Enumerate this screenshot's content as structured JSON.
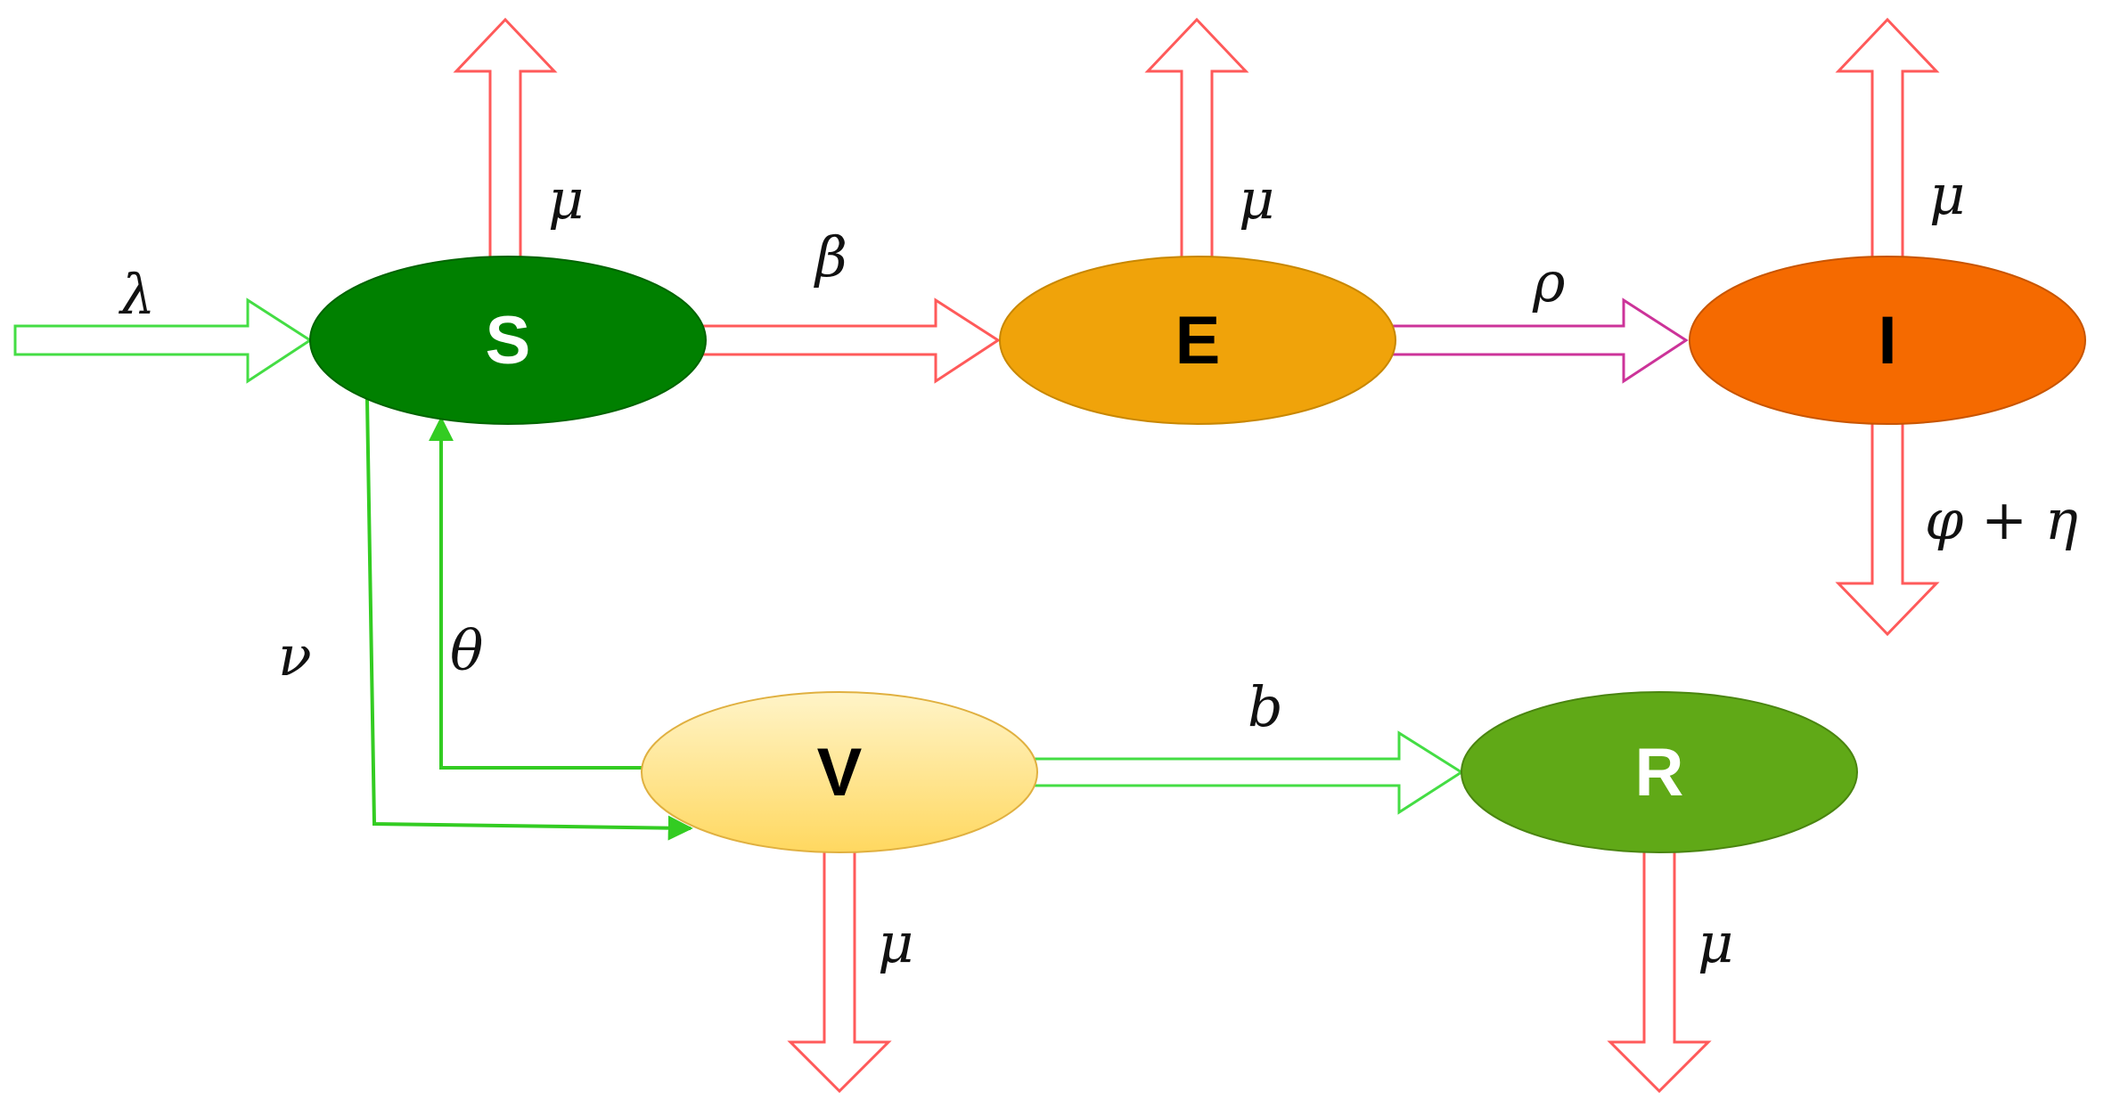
{
  "compartments": {
    "S": {
      "label": "S",
      "fill": "#008000",
      "text_color": "#ffffff"
    },
    "E": {
      "label": "E",
      "fill": "#f0a30a",
      "text_color": "#000000"
    },
    "I": {
      "label": "I",
      "fill": "#f56a00",
      "text_color": "#000000"
    },
    "V": {
      "label": "V",
      "fill_top": "#fff4c8",
      "fill_bottom": "#ffd860",
      "text_color": "#000000"
    },
    "R": {
      "label": "R",
      "fill": "#60a917",
      "text_color": "#ffffff"
    }
  },
  "rates": {
    "lambda": "λ",
    "beta": "β",
    "rho": "ρ",
    "nu": "ν",
    "theta": "θ",
    "b": "b",
    "mu_s": "μ",
    "mu_e": "μ",
    "mu_i": "μ",
    "mu_v": "μ",
    "mu_r": "μ",
    "phi_eta": "φ + η"
  },
  "colors": {
    "outflow_arrow": "#ff5a5a",
    "inflow_arrow": "#44dd44",
    "progression_arrow": "#cc3399",
    "vaccination_line": "#33cc22"
  }
}
